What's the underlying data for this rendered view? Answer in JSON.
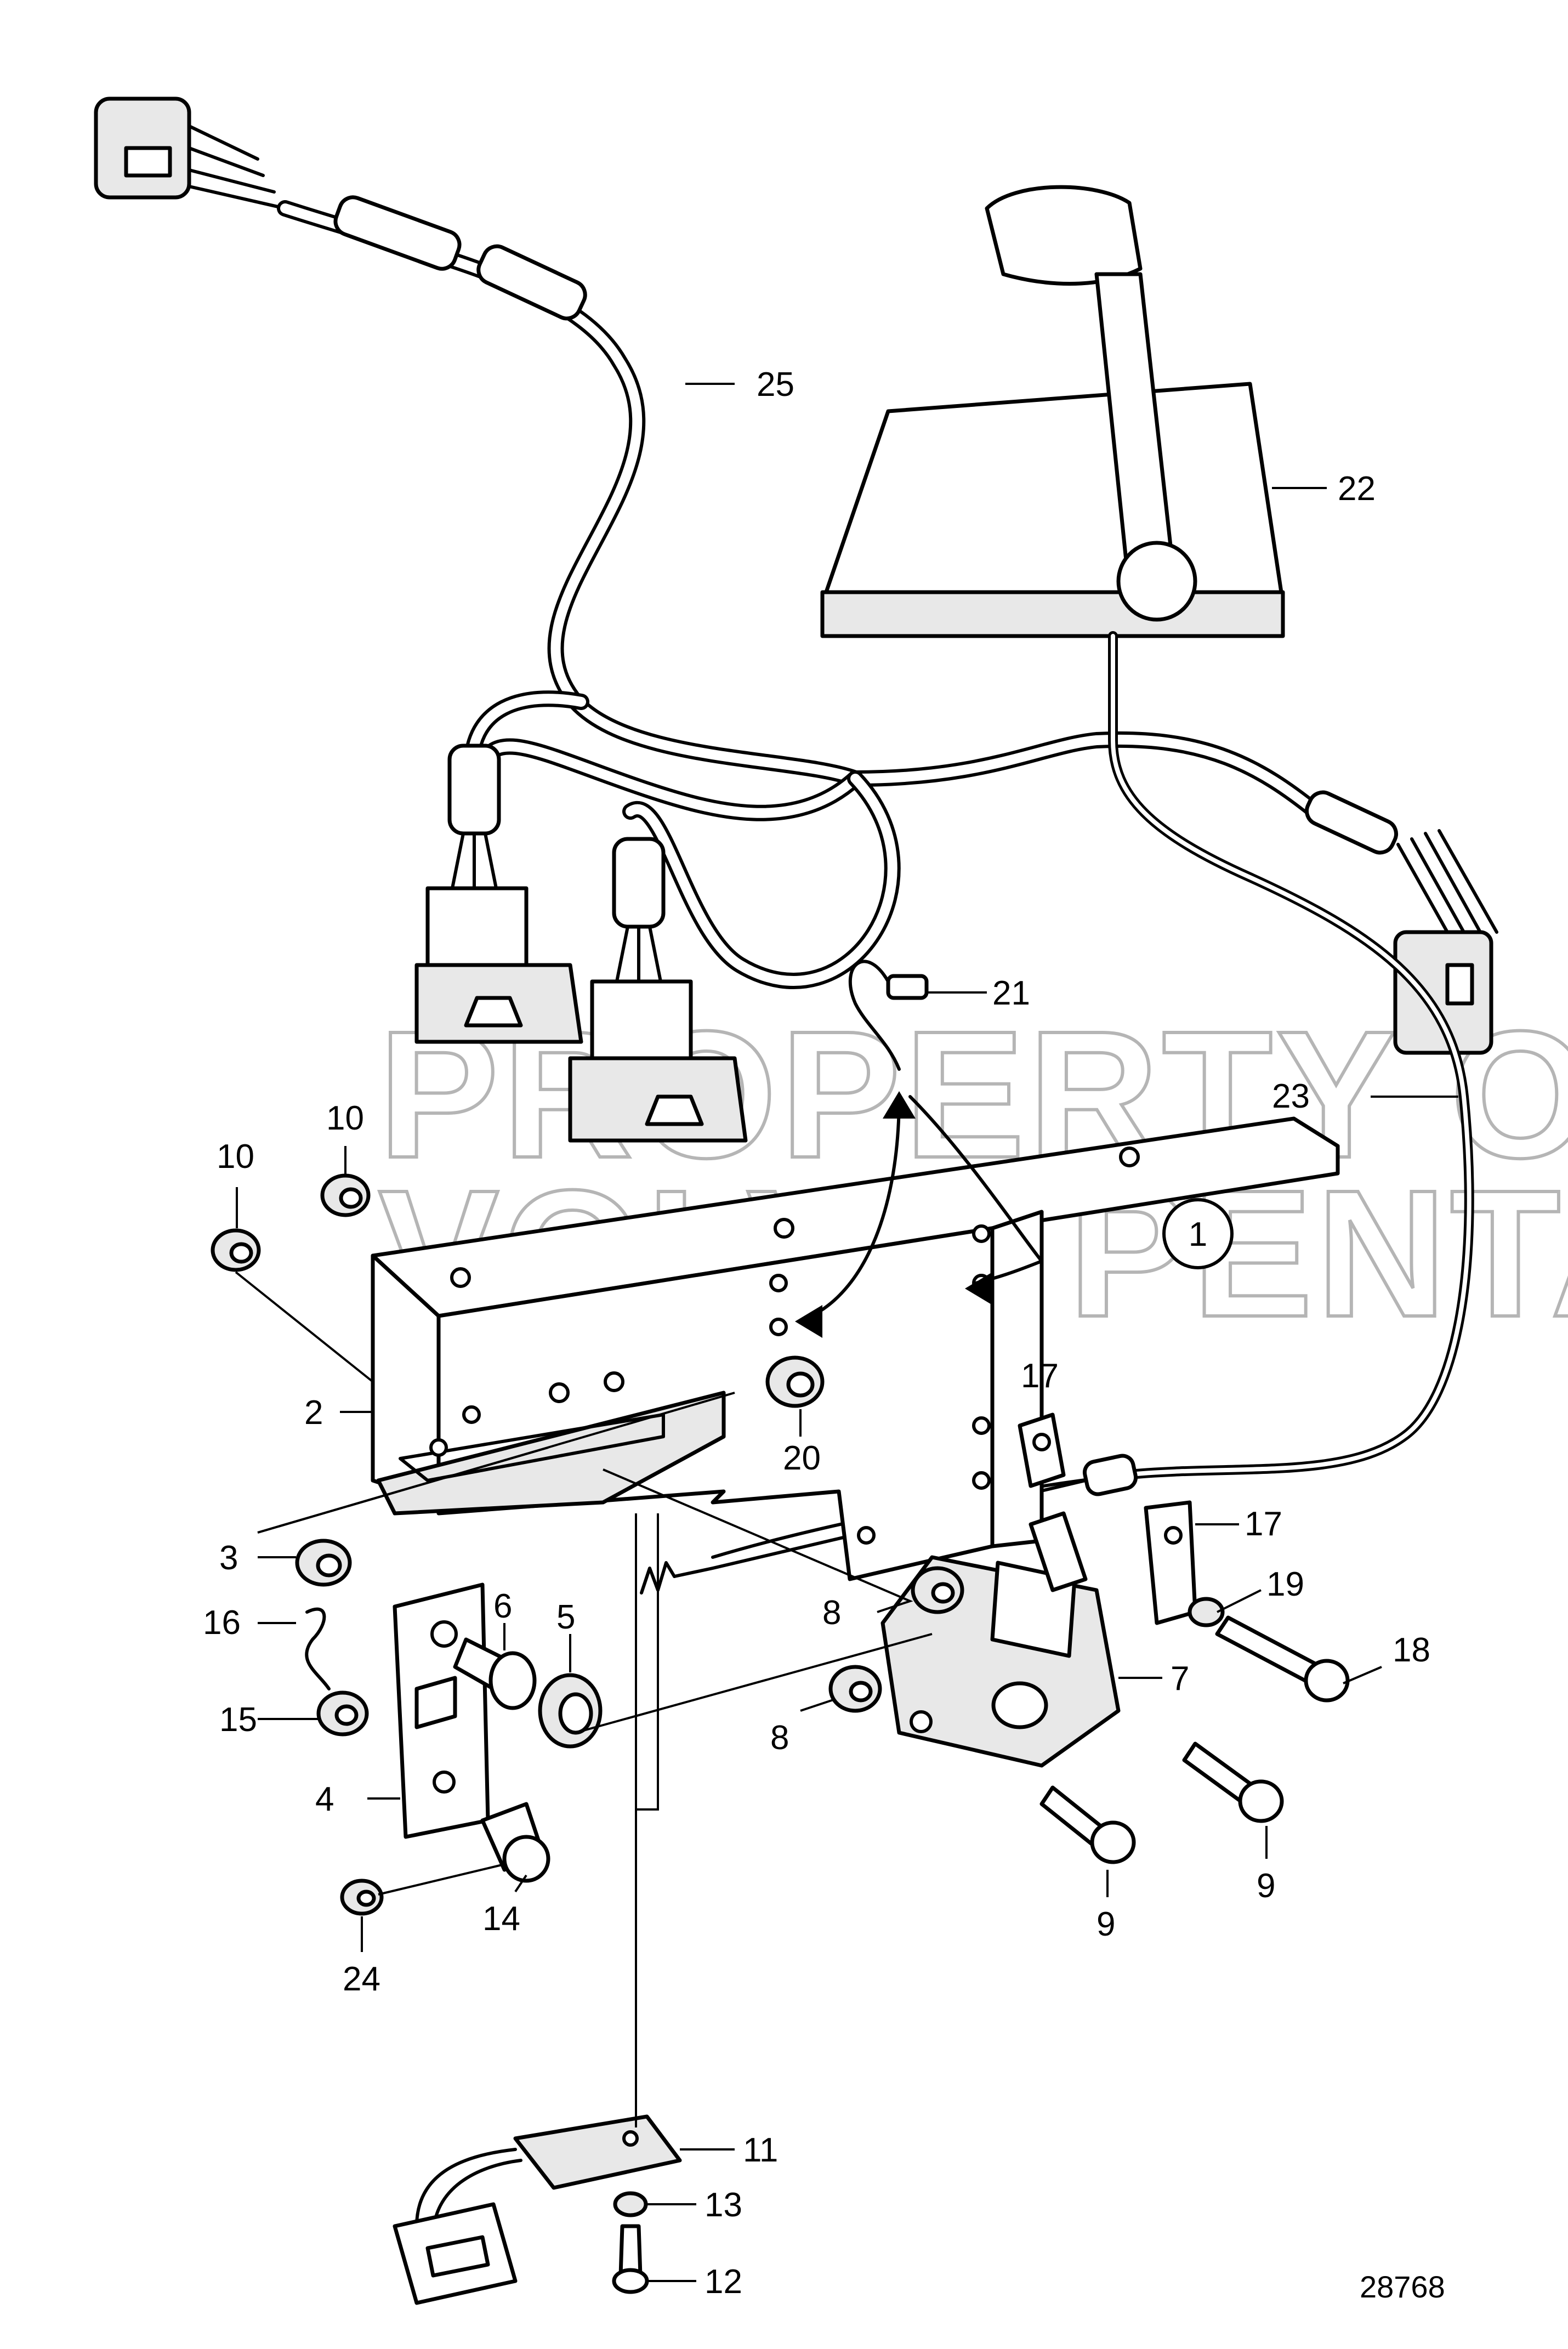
{
  "diagram": {
    "reference_number": "28768",
    "group_marker": "1",
    "watermark": [
      "PROPERTY OF",
      "VOLVO PENTA"
    ],
    "callouts": [
      {
        "id": "c1",
        "label": "25"
      },
      {
        "id": "c2",
        "label": "22"
      },
      {
        "id": "c3",
        "label": "21"
      },
      {
        "id": "c4",
        "label": "23"
      },
      {
        "id": "c5",
        "label": "10"
      },
      {
        "id": "c6",
        "label": "10"
      },
      {
        "id": "c7",
        "label": "2"
      },
      {
        "id": "c8",
        "label": "20"
      },
      {
        "id": "c9",
        "label": "17"
      },
      {
        "id": "c10",
        "label": "17"
      },
      {
        "id": "c11",
        "label": "19"
      },
      {
        "id": "c12",
        "label": "18"
      },
      {
        "id": "c13",
        "label": "3"
      },
      {
        "id": "c14",
        "label": "6"
      },
      {
        "id": "c15",
        "label": "5"
      },
      {
        "id": "c16",
        "label": "8"
      },
      {
        "id": "c17",
        "label": "8"
      },
      {
        "id": "c18",
        "label": "7"
      },
      {
        "id": "c19",
        "label": "16"
      },
      {
        "id": "c20",
        "label": "15"
      },
      {
        "id": "c21",
        "label": "4"
      },
      {
        "id": "c22",
        "label": "14"
      },
      {
        "id": "c23",
        "label": "24"
      },
      {
        "id": "c24",
        "label": "9"
      },
      {
        "id": "c25",
        "label": "9"
      },
      {
        "id": "c26",
        "label": "11"
      },
      {
        "id": "c27",
        "label": "13"
      },
      {
        "id": "c28",
        "label": "12"
      }
    ]
  }
}
